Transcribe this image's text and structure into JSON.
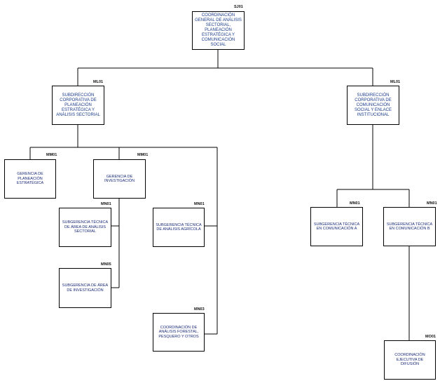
{
  "nodes": {
    "root": {
      "code": "SJ01",
      "label": "COORDINACIÓN GENERAL DE ANÁLISIS SECTORIAL, PLANEACIÓN ESTRATÉGICA Y COMUNICACIÓN SOCIAL"
    },
    "sub_left": {
      "code": "ML01",
      "label": "SUBDIRECCIÓN CORPORATIVA DE PLANEACIÓN ESTRATÉGICA Y ANÁLISIS SECTORIAL"
    },
    "sub_right": {
      "code": "ML01",
      "label": "SUBDIRECCIÓN CORPORATIVA DE COMUNICACIÓN SOCIAL Y ENLACE INSTITUCIONAL"
    },
    "ger_plan": {
      "code": "MM01",
      "label": "GERENCIA DE PLANEACIÓN ESTRATÉGICA"
    },
    "ger_inv": {
      "code": "MM01",
      "label": "GERENCIA DE INVESTIGACIÓN"
    },
    "sub_area_sect": {
      "code": "MN01",
      "label": "SUBGERENCIA TÉCNICA DE ÁREA DE ANÁLISIS SECTORIAL"
    },
    "sub_area_inv": {
      "code": "MN05",
      "label": "SUBGERENCIA DE ÁREA DE INVESTIGACIÓN"
    },
    "sub_agri": {
      "code": "MN01",
      "label": "SUBGERENCIA TÉCNICA DE ANÁLISIS AGRÍCOLA"
    },
    "coord_forestal": {
      "code": "MN03",
      "label": "COORDINACIÓN DE ANÁLISIS FORESTAL, PESQUERO Y OTROS"
    },
    "sub_com_a": {
      "code": "MN01",
      "label": "SUBGERENCIA TÉCNICA EN COMUNICACIÓN A"
    },
    "sub_com_b": {
      "code": "MN01",
      "label": "SUBGERENCIA TÉCNICA EN COMUNICACIÓN B"
    },
    "coord_difusion": {
      "code": "MO01",
      "label": "COORDINACIÓN EJECUTIVA DE DIFUSIÓN"
    }
  }
}
